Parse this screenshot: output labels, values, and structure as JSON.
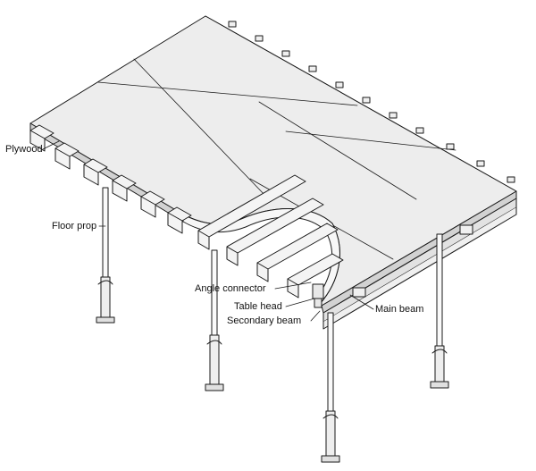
{
  "labels": {
    "plywood": "Plywood",
    "floor_prop": "Floor prop",
    "angle_connector": "Angle connector",
    "table_head": "Table head",
    "secondary_beam": "Secondary beam",
    "main_beam": "Main beam"
  },
  "colors": {
    "line": "#1a1a1a",
    "deck_top": "#ededed",
    "deck_edge": "#cfcfcf",
    "beam_face": "#f4f4f4",
    "background": "#ffffff"
  }
}
